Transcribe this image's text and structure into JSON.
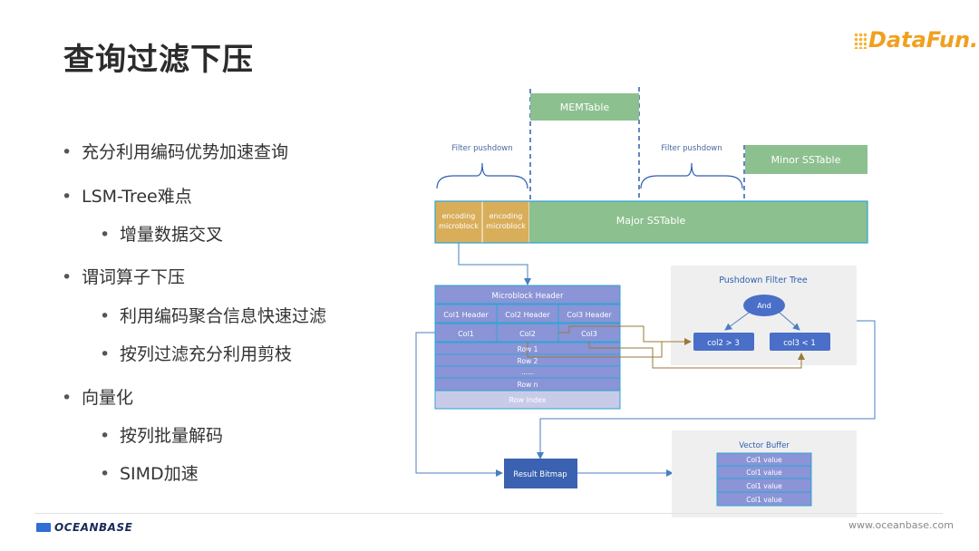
{
  "header": {
    "title": "查询过滤下压",
    "logo_text": "DataFun."
  },
  "bullets": [
    {
      "level": 1,
      "text": "充分利用编码优势加速查询"
    },
    {
      "level": 1,
      "text": "LSM-Tree难点"
    },
    {
      "level": 2,
      "text": "增量数据交叉"
    },
    {
      "level": 1,
      "text": "谓词算子下压"
    },
    {
      "level": 2,
      "text": "利用编码聚合信息快速过滤"
    },
    {
      "level": 2,
      "text": "按列过滤充分利用剪枝"
    },
    {
      "level": 1,
      "text": "向量化"
    },
    {
      "level": 2,
      "text": "按列批量解码"
    },
    {
      "level": 2,
      "text": "SIMD加速"
    }
  ],
  "diagram": {
    "memtable": "MEMTable",
    "minor_sstable": "Minor SSTable",
    "major_sstable": "Major SSTable",
    "filter_pushdown_1": "Filter pushdown",
    "filter_pushdown_2": "Filter pushdown",
    "encoding_block_1a": "encoding",
    "encoding_block_1b": "microblock",
    "encoding_block_2a": "encoding",
    "encoding_block_2b": "microblock",
    "microblock_header": "Microblock Header",
    "col1_header": "Col1 Header",
    "col2_header": "Col2 Header",
    "col3_header": "Col3 Header",
    "col1": "Col1",
    "col2": "Col2",
    "col3": "Col3",
    "row1": "Row 1",
    "row2": "Row 2",
    "rows_ellipsis": "......",
    "rown": "Row n",
    "row_index": "Row index",
    "filter_tree_title": "Pushdown Filter Tree",
    "and_node": "And",
    "pred_left": "col2 > 3",
    "pred_right": "col3 < 1",
    "result_bitmap": "Result Bitmap",
    "vector_buffer_title": "Vector Buffer",
    "vector_values": [
      "Col1 value",
      "Col1 value",
      "Col1 value",
      "Col1 value"
    ]
  },
  "colors": {
    "green": "#8dc08f",
    "gold": "#d9ae5a",
    "blue_block": "#8a94d6",
    "blue_border": "#2fa3d6",
    "pred_blue": "#4a6fc8",
    "dashed_line": "#2f5fb0",
    "panel_bg": "#efefef"
  },
  "footer": {
    "brand": "OCEANBASE",
    "site": "www.oceanbase.com"
  }
}
